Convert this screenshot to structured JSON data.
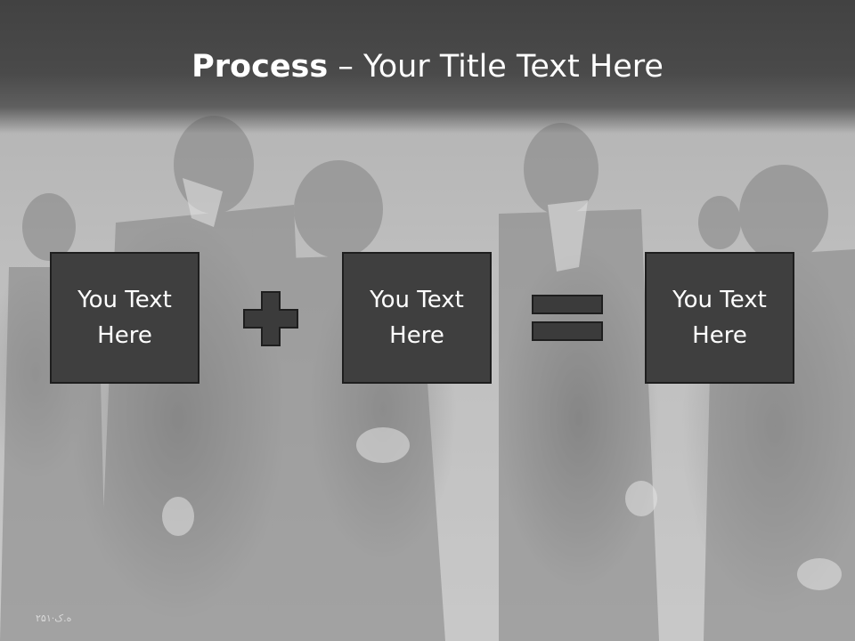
{
  "slide": {
    "title_bold": "Process",
    "title_separator": " – ",
    "title_rest": "Your Title Text Here",
    "boxes": [
      {
        "line1": "You Text",
        "line2": "Here"
      },
      {
        "line1": "You Text",
        "line2": "Here"
      },
      {
        "line1": "You Text",
        "line2": "Here"
      }
    ],
    "operators": [
      "plus-icon",
      "equals-icon"
    ],
    "watermark_text": "۲۵۱·ه.ک"
  },
  "colors": {
    "title_bar": "#424242",
    "box_fill": "#3f3f3f",
    "box_border": "#1e1e1e",
    "operator_fill": "#3b3b3b",
    "text": "#ffffff"
  }
}
